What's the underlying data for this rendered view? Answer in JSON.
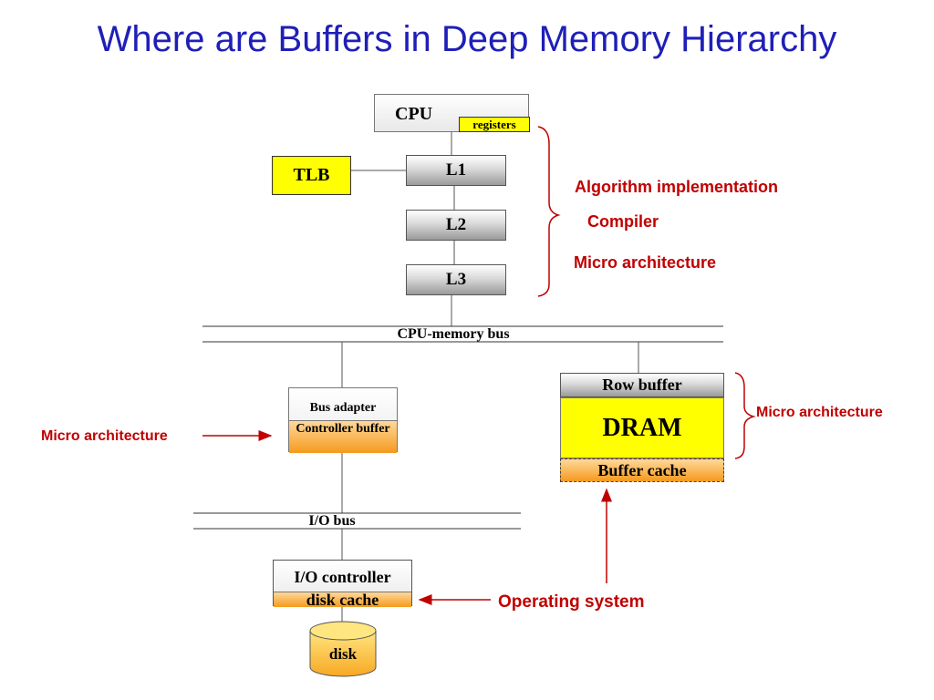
{
  "title": "Where are Buffers in Deep Memory Hierarchy",
  "cpu": {
    "label": "CPU",
    "registers": "registers"
  },
  "tlb": "TLB",
  "caches": {
    "l1": "L1",
    "l2": "L2",
    "l3": "L3"
  },
  "buses": {
    "cpu_memory": "CPU-memory bus",
    "io": "I/O bus"
  },
  "bus_adapter": {
    "label": "Bus adapter",
    "buffer": "Controller buffer"
  },
  "dram": {
    "row_buffer": "Row buffer",
    "label": "DRAM",
    "buffer_cache": "Buffer cache"
  },
  "io_controller": {
    "label": "I/O controller",
    "cache": "disk cache"
  },
  "disk": "disk",
  "annotations": {
    "algorithm": "Algorithm implementation",
    "compiler": "Compiler",
    "micro_upper": "Micro architecture",
    "micro_dram": "Micro architecture",
    "micro_adapter": "Micro architecture",
    "os": "Operating system"
  },
  "colors": {
    "title": "#1f1fb8",
    "annotation": "#c00000",
    "highlight": "#ffff00",
    "buffer": "#f59a1e"
  }
}
